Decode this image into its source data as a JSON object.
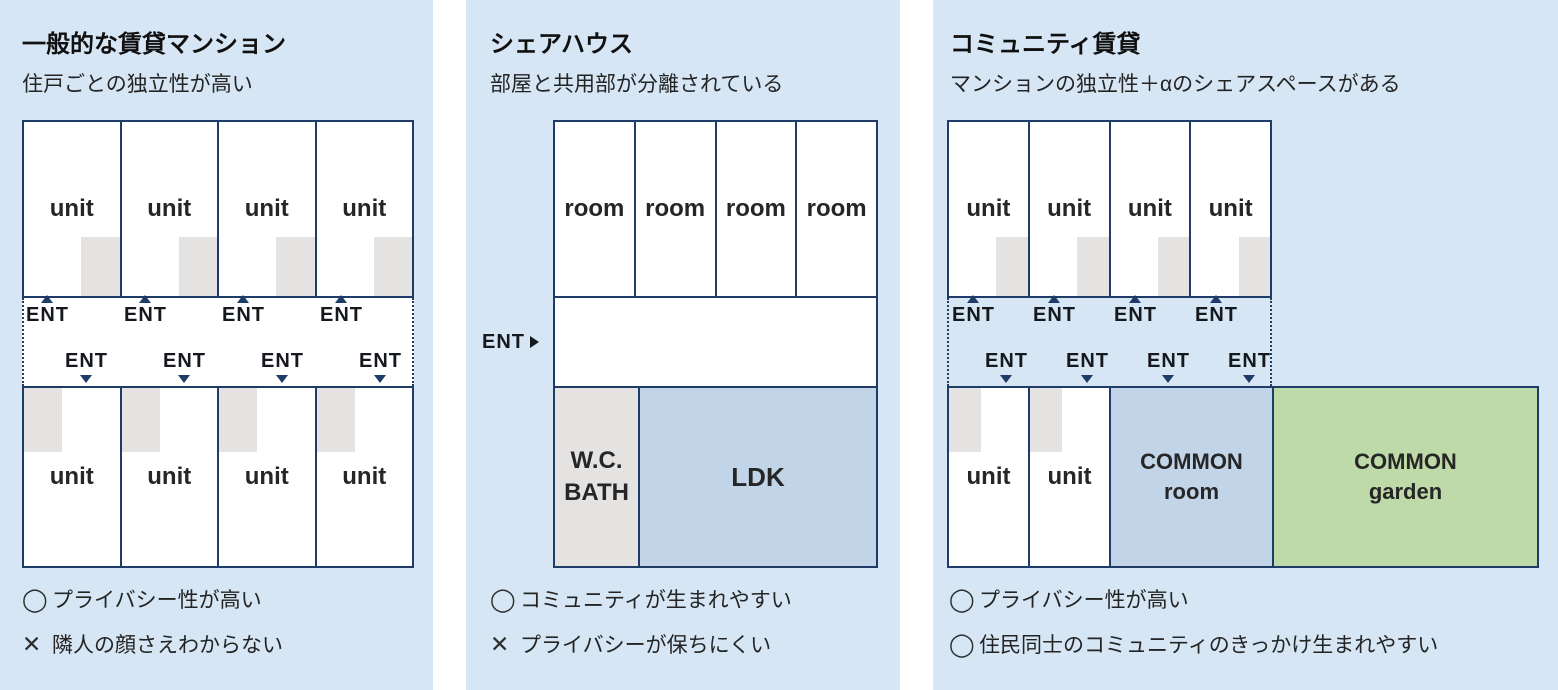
{
  "colors": {
    "panel_bg": "#d6e6f5",
    "border_navy": "#1f3c68",
    "gray_fill": "#e4e3e2",
    "blue_fill": "#c2d5e8",
    "green_fill": "#bfdaa9",
    "text_dark": "#1c1c1c"
  },
  "panels": [
    {
      "title": "一般的な賃貸マンション",
      "subtitle": "住戸ごとの独立性が高い",
      "unit_label": "unit",
      "ent_label": "ENT",
      "points": [
        {
          "symbol": "◯",
          "text": "プライバシー性が高い"
        },
        {
          "symbol": "✕",
          "text": "隣人の顔さえわからない"
        }
      ]
    },
    {
      "title": "シェアハウス",
      "subtitle": "部屋と共用部が分離されている",
      "room_label": "room",
      "ent_label": "ENT",
      "wc_bath": {
        "line1": "W.C.",
        "line2": "BATH"
      },
      "ldk_label": "LDK",
      "points": [
        {
          "symbol": "◯",
          "text": "コミュニティが生まれやすい"
        },
        {
          "symbol": "✕",
          "text": "プライバシーが保ちにくい"
        }
      ]
    },
    {
      "title": "コミュニティ賃貸",
      "subtitle": "マンションの独立性＋αのシェアスペースがある",
      "unit_label": "unit",
      "ent_label": "ENT",
      "common_room": {
        "line1": "COMMON",
        "line2": "room"
      },
      "common_garden": {
        "line1": "COMMON",
        "line2": "garden"
      },
      "points": [
        {
          "symbol": "◯",
          "text": "プライバシー性が高い"
        },
        {
          "symbol": "◯",
          "text": "住民同士のコミュニティのきっかけ生まれやすい"
        }
      ]
    }
  ]
}
